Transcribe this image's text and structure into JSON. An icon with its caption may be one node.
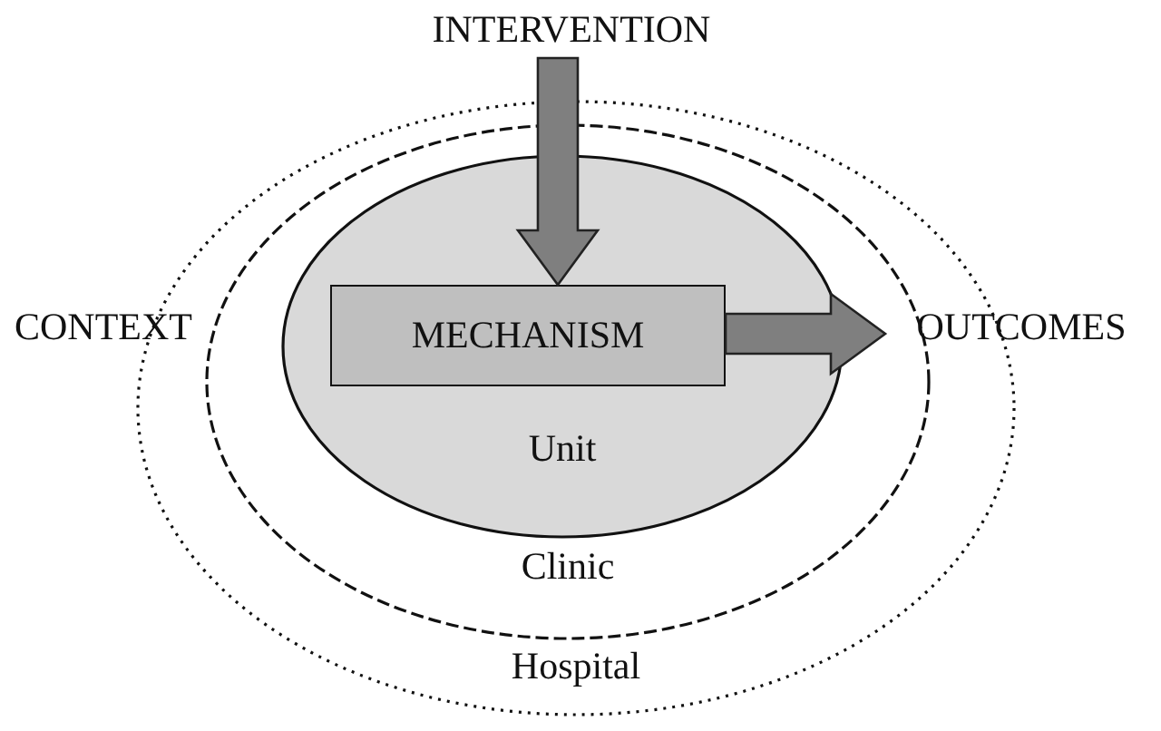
{
  "diagram": {
    "nodes": [
      {
        "text": [
          "INTERVENTION"
        ]
      },
      {
        "text": [
          "Hospital"
        ]
      },
      {
        "text": [
          "Clinic"
        ],
        "in": 1
      },
      {
        "text": [
          "Unit"
        ],
        "in": 2
      },
      {
        "text": [
          "MECHANISM"
        ],
        "in": 3
      },
      {
        "text": [
          "OUTCOMES"
        ]
      }
    ],
    "edges": [
      {
        "from": 0,
        "to": 4,
        "arrow": "to",
        "style": "thick"
      },
      {
        "from": 4,
        "to": 5,
        "arrow": "to",
        "style": "thick"
      }
    ],
    "labels": [
      "CONTEXT"
    ]
  }
}
